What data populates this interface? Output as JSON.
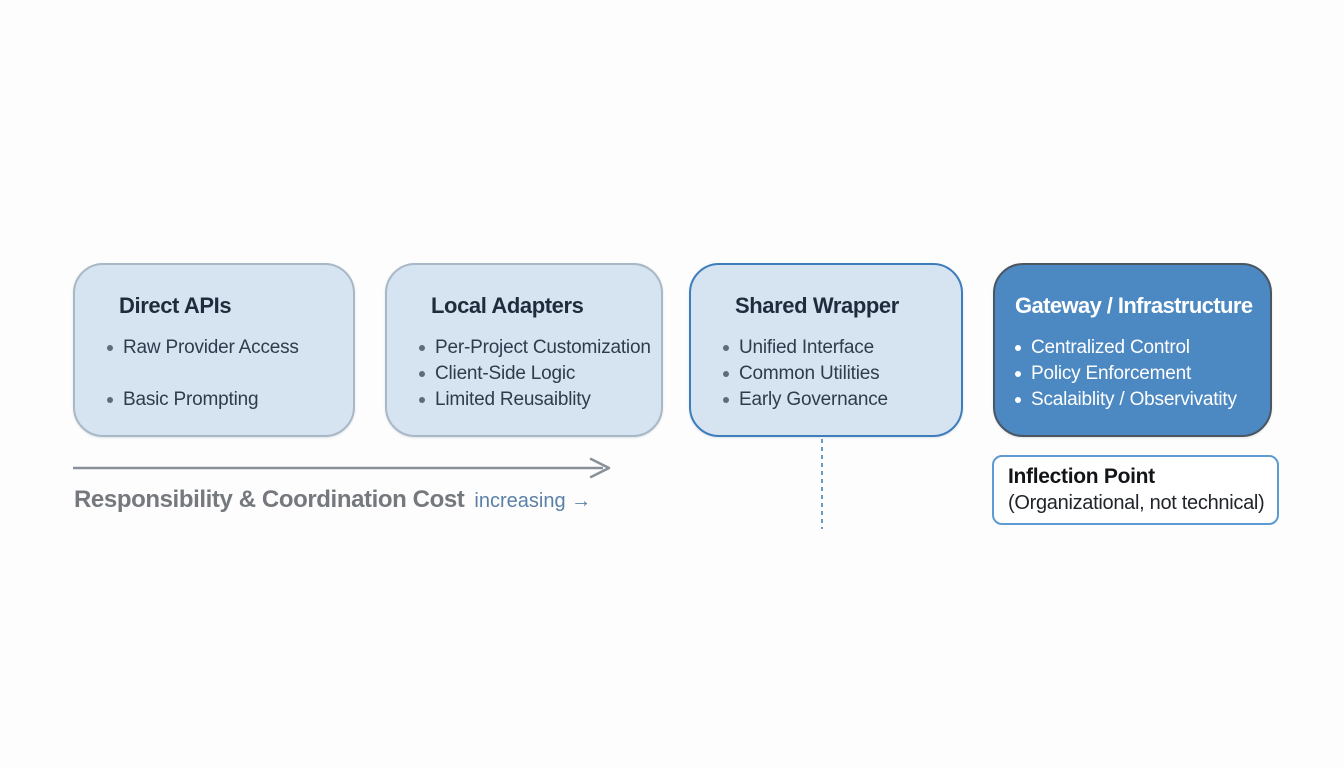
{
  "stages": [
    {
      "title": "Direct APIs",
      "bullets": [
        "Raw Provider Access",
        "Basic Prompting"
      ]
    },
    {
      "title": "Local Adapters",
      "bullets": [
        "Per-Project Customization",
        "Client-Side Logic",
        "Limited Reusaiblity"
      ]
    },
    {
      "title": "Shared Wrapper",
      "bullets": [
        "Unified Interface",
        "Common Utilities",
        "Early Governance"
      ]
    },
    {
      "title": "Gateway / Infrastructure",
      "bullets": [
        "Centralized Control",
        "Policy Enforcement",
        "Scalaiblity / Observivatity"
      ]
    }
  ],
  "cost_axis": {
    "label": "Responsibility & Coordination Cost",
    "accent": "increasing →"
  },
  "inflection": {
    "title": "Inflection Point",
    "subtitle": "(Organizational, not technical)"
  },
  "colors": {
    "card_fill": "#d6e4f2",
    "card_border_muted": "#a9b8c6",
    "card_border_accent": "#3e7dbb",
    "card_dark_fill": "#4c88c2",
    "card_dark_border": "#4a5661",
    "heading_color": "#1f2c3c",
    "bullet_color": "#2e3c4b",
    "arrow_color": "#8a9097",
    "caption_color": "#75797e",
    "caption_accent": "#5b80a8",
    "dashed_color": "#6699cc",
    "inflection_border": "#5e9bd2"
  }
}
